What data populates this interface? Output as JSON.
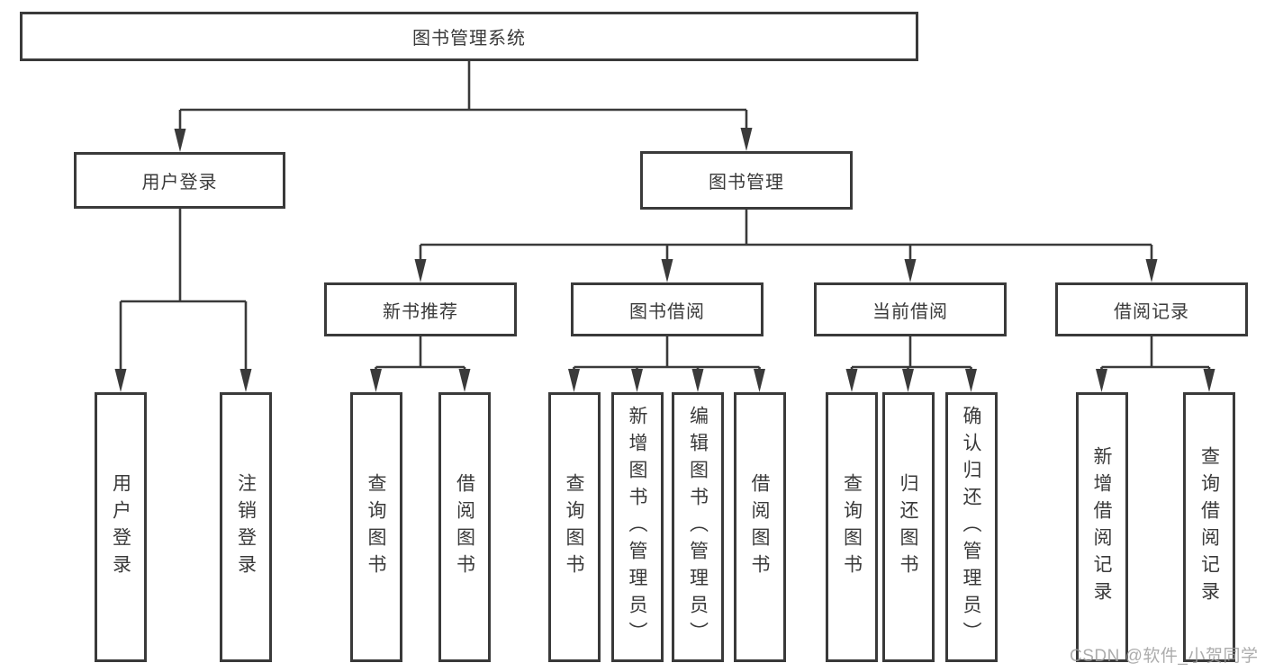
{
  "diagram_title": "图书管理系统",
  "nodes": {
    "root": {
      "label": "图书管理系统"
    },
    "user_login": {
      "label": "用户登录"
    },
    "book_mgmt": {
      "label": "图书管理"
    },
    "new_book_rec": {
      "label": "新书推荐"
    },
    "book_borrow": {
      "label": "图书借阅"
    },
    "current_borrow": {
      "label": "当前借阅"
    },
    "borrow_record": {
      "label": "借阅记录"
    },
    "leaf_user_login": {
      "label": "用户登录"
    },
    "leaf_logout": {
      "label": "注销登录"
    },
    "leaf_nbr_query": {
      "label": "查询图书"
    },
    "leaf_nbr_borrow": {
      "label": "借阅图书"
    },
    "leaf_bb_query": {
      "label": "查询图书"
    },
    "leaf_bb_add": {
      "label": "新增图书（管理员）"
    },
    "leaf_bb_edit": {
      "label": "编辑图书（管理员）"
    },
    "leaf_bb_borrow": {
      "label": "借阅图书"
    },
    "leaf_cb_query": {
      "label": "查询图书"
    },
    "leaf_cb_return": {
      "label": "归还图书"
    },
    "leaf_cb_confirm": {
      "label": "确认归还（管理员）"
    },
    "leaf_br_add": {
      "label": "新增借阅记录"
    },
    "leaf_br_query": {
      "label": "查询借阅记录"
    }
  },
  "watermark": {
    "text": "CSDN @软件_小贺同学"
  },
  "colors": {
    "line": "#3a3a3a",
    "text": "#3a3a3a",
    "box_background": "#ffffff",
    "watermark": "#9e9e9e",
    "page_background": "#ffffff"
  }
}
